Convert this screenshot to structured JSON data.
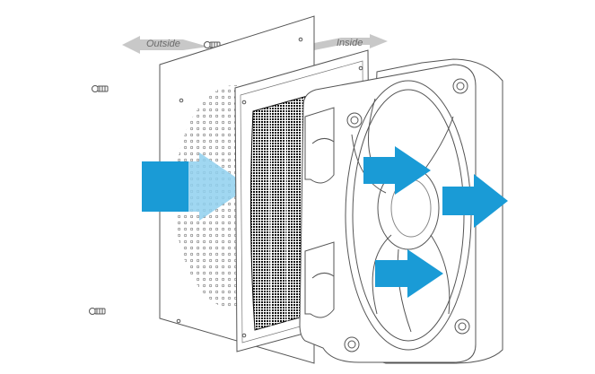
{
  "labels": {
    "outside": "Outside",
    "inside": "Inside"
  },
  "colors": {
    "airflow": "#1a9bd6",
    "airflow_faded": "#8fd0ee",
    "direction_arrow": "#c8c8c8",
    "line": "#555555",
    "mesh": "#111111"
  },
  "icons": {
    "outside_arrow": "arrow-left-icon",
    "inside_arrow": "arrow-right-icon",
    "airflow_arrows": "arrow-right-icon"
  },
  "parts": [
    "outer-plate",
    "filter-frame",
    "filter-mesh",
    "fan-housing",
    "screws"
  ]
}
